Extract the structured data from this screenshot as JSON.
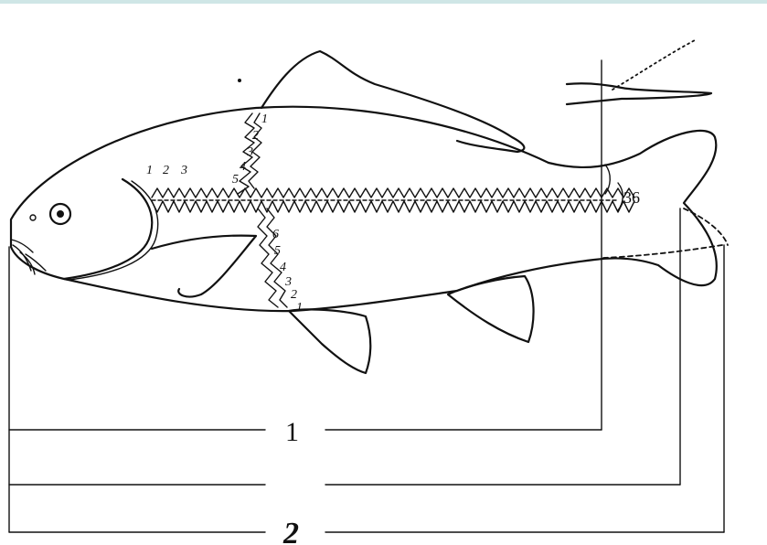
{
  "labels": {
    "lateral_line_start": [
      "1",
      "2",
      "3"
    ],
    "lateral_line_end": "36",
    "upper_row": [
      "1",
      "2",
      "3",
      "4",
      "5"
    ],
    "lower_row": [
      "6",
      "5",
      "4",
      "3",
      "2",
      "1"
    ],
    "measure_1": "1",
    "measure_2": "2"
  }
}
